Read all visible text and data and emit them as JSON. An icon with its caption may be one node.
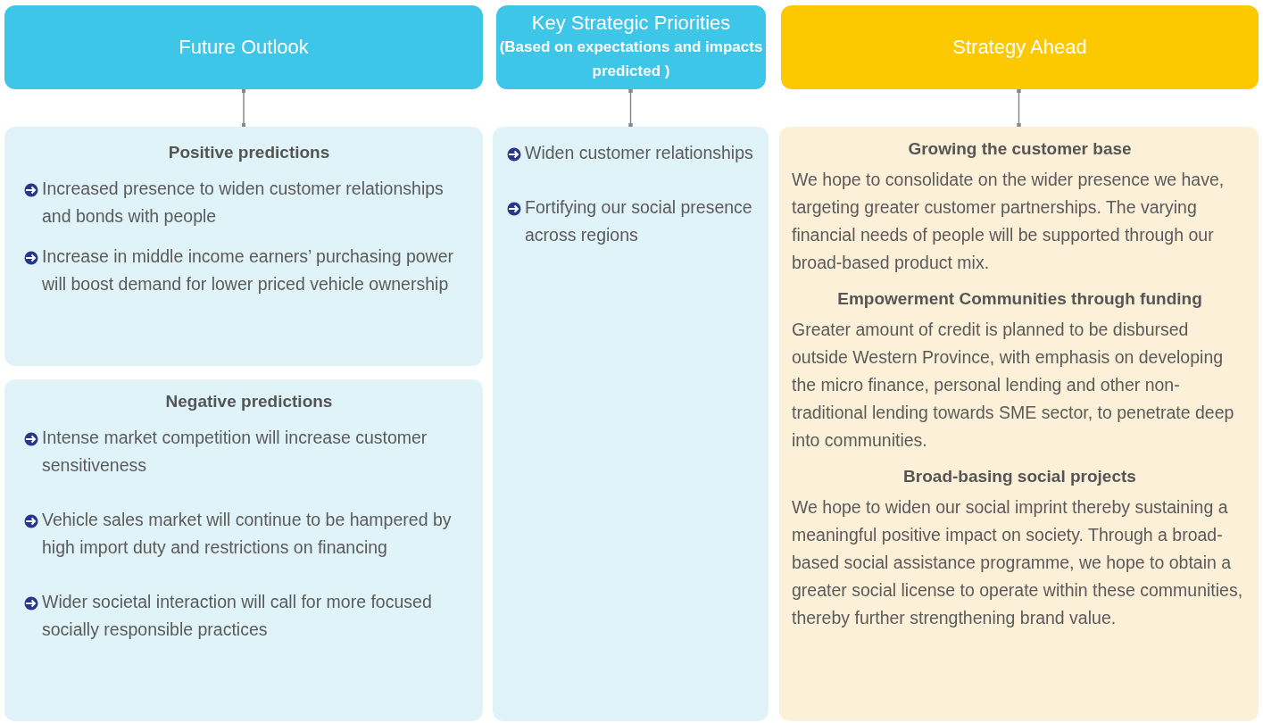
{
  "diagram": {
    "nodes": [
      {
        "text": [
          "Future Outlook"
        ]
      },
      {
        "text": [
          "Key Strategic Priorities",
          "(Based on expectations and impacts predicted )"
        ]
      },
      {
        "text": [
          "Strategy Ahead"
        ]
      },
      {
        "text": [
          "Positive predictions",
          "Increased presence to widen customer relationships and bonds with people",
          "Increase in middle income earners’ purchasing power will boost demand for lower priced vehicle ownership"
        ]
      },
      {
        "text": [
          "Negative predictions",
          "Intense market competition will increase customer sensitiveness",
          "Vehicle sales market will continue to be hampered by high import duty and restrictions on financing",
          "Wider societal interaction will call for more focused socially responsible practices"
        ]
      },
      {
        "text": [
          "Widen customer relationships",
          "Fortifying our social presence across  regions"
        ]
      },
      {
        "text": [
          "Growing the customer base",
          "We hope to consolidate on the wider presence we have, targeting greater customer partnerships. The varying financial needs of people will be supported through our broad-based product mix.",
          "Empowerment Communities through funding",
          "Greater amount of credit is planned to be disbursed outside Western Province, with emphasis on developing the micro finance, personal lending and other non-traditional lending towards SME sector, to penetrate deep into communities.",
          "Broad-basing social projects",
          "We hope to widen our social imprint thereby sustaining a meaningful positive impact on society. Through a broad-based social assistance programme, we hope to obtain a greater social license to operate within these communities, thereby further strengthening brand value."
        ]
      }
    ],
    "edges": [
      {
        "from": 0,
        "to": 3,
        "arrow": "other"
      },
      {
        "from": 1,
        "to": 5,
        "arrow": "other"
      },
      {
        "from": 2,
        "to": 6,
        "arrow": "other"
      }
    ]
  }
}
